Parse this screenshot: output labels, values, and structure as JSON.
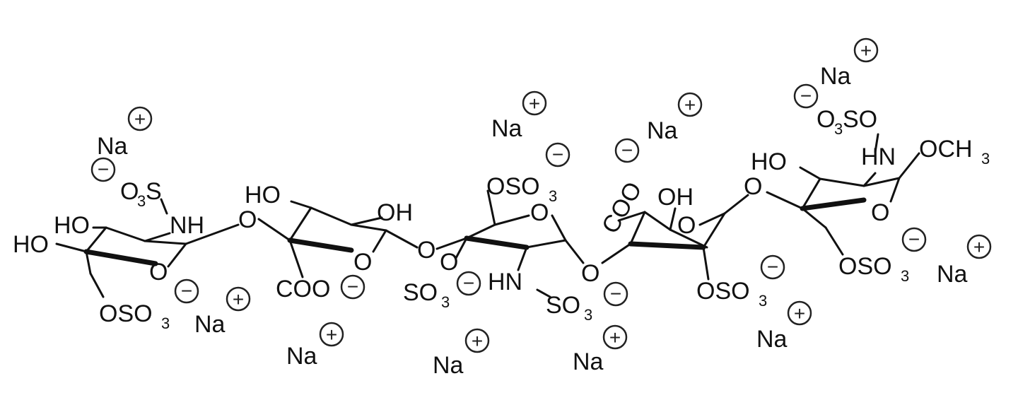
{
  "labels": {
    "na": "Na",
    "ho": "HO",
    "oh": "OH",
    "o": "O",
    "nh": "NH",
    "hn": "HN",
    "coo": "COO",
    "o3s": "O",
    "so3": "SO",
    "oso3": "OSO",
    "sub3": "3",
    "o3so": "O",
    "so": "SO",
    "och3": "OCH",
    "plus": "+",
    "minus": "−"
  }
}
